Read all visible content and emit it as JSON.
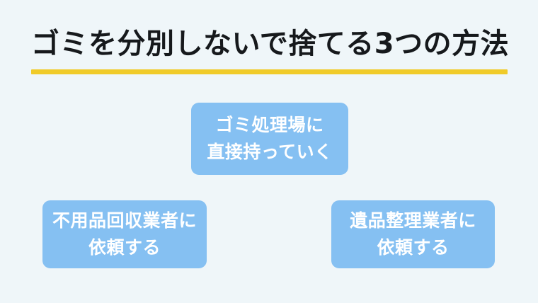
{
  "page": {
    "background_color": "#eff6f9",
    "title": "ゴミを分別しないで捨てる3つの方法",
    "title_color": "#16191c",
    "rule_color": "#f0cb2a"
  },
  "methods": {
    "box_color": "#85c0f2",
    "text_color": "#ffffff",
    "items": [
      {
        "id": "take-to-waste-facility",
        "position": "top",
        "line1": "ゴミ処理場に",
        "line2": "直接持っていく"
      },
      {
        "id": "request-junk-removal-company",
        "position": "bottom-left",
        "line1": "不用品回収業者に",
        "line2": "依頼する"
      },
      {
        "id": "request-estate-cleanout-company",
        "position": "bottom-right",
        "line1": "遺品整理業者に",
        "line2": "依頼する"
      }
    ]
  }
}
